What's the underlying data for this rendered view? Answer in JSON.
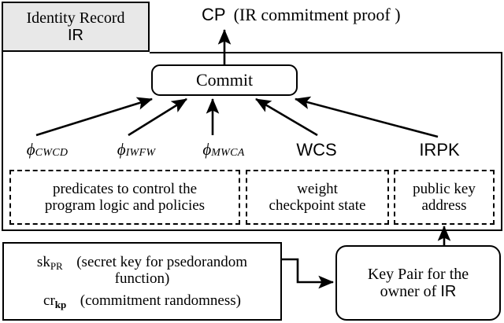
{
  "diagram": {
    "title_box": {
      "line1": "Identity Record",
      "line2": "IR"
    },
    "output_label": {
      "name": "CP",
      "description": "(IR commitment proof )"
    },
    "commit_node": {
      "label": "Commit"
    },
    "inputs": [
      {
        "id": "cwcd",
        "symbol": "ϕ",
        "subscript": "CWCD",
        "kind": "predicate"
      },
      {
        "id": "iwfw",
        "symbol": "ϕ",
        "subscript": "IWFW",
        "kind": "predicate"
      },
      {
        "id": "mwca",
        "symbol": "ϕ",
        "subscript": "MWCA",
        "kind": "predicate"
      },
      {
        "id": "wcs",
        "symbol": "WCS",
        "subscript": "",
        "kind": "state"
      },
      {
        "id": "irpk",
        "symbol": "IRPK",
        "subscript": "",
        "kind": "key"
      }
    ],
    "descriptions": [
      {
        "id": "predicates",
        "line1": "predicates to control the",
        "line2": "program logic and policies"
      },
      {
        "id": "weight",
        "line1": "weight",
        "line2": "checkpoint state"
      },
      {
        "id": "pubkey",
        "line1": "public key",
        "line2": "address"
      }
    ],
    "secrets_box": {
      "line1_name": "sk",
      "line1_sub": "PR",
      "line1_desc": "(secret key for psedorandom",
      "line2_desc": "function)",
      "line3_name": "cr",
      "line3_sub": "kp",
      "line3_desc": "(commitment randomness)"
    },
    "keypair_box": {
      "line1": "Key Pair for the",
      "line2_prefix": "owner of ",
      "line2_suffix": "IR"
    },
    "colors": {
      "stroke": "#000000",
      "title_fill": "#e8e8e8",
      "background": "#ffffff"
    }
  }
}
